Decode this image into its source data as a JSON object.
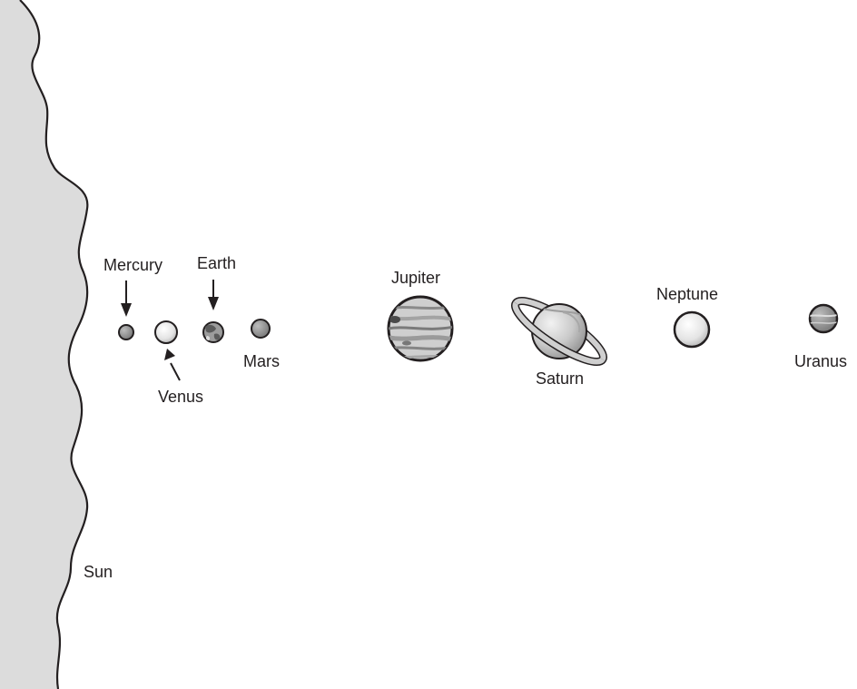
{
  "diagram": {
    "colors": {
      "outline": "#231f20",
      "sun_fill": "#dcdcdc",
      "planet_fill": "#c8c8c8",
      "planet_highlight": "#ececec",
      "band": "#8a8a8a",
      "background": "#ffffff"
    },
    "sun": {
      "label": "Sun"
    },
    "planets": {
      "mercury": {
        "label": "Mercury"
      },
      "venus": {
        "label": "Venus"
      },
      "earth": {
        "label": "Earth"
      },
      "mars": {
        "label": "Mars"
      },
      "jupiter": {
        "label": "Jupiter"
      },
      "saturn": {
        "label": "Saturn"
      },
      "neptune": {
        "label": "Neptune"
      },
      "uranus": {
        "label": "Uranus"
      }
    }
  }
}
